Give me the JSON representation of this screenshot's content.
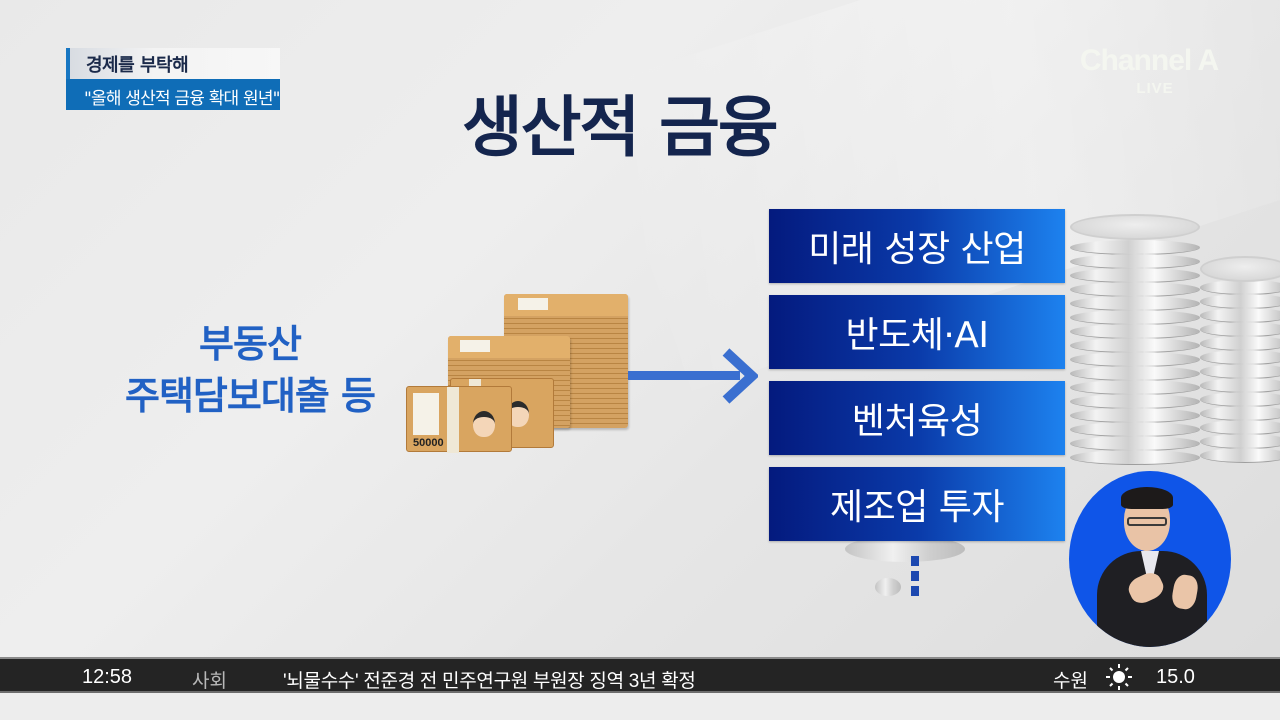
{
  "program": {
    "title": "경제를 부탁해",
    "subtitle": "\"올해 생산적 금융 확대 원년\""
  },
  "channel": {
    "name": "Channel A",
    "live_label": "LIVE"
  },
  "graphic": {
    "title": "생산적 금융",
    "from_label_line1": "부동산",
    "from_label_line2": "주택담보대출 등",
    "money_icon": "money-bundle-icon",
    "bill_denomination": "50000",
    "arrow_icon": "arrow-right-icon",
    "targets": [
      {
        "label": "미래 성장 산업"
      },
      {
        "label": "반도체·AI"
      },
      {
        "label": "벤처육성"
      },
      {
        "label": "제조업 투자"
      }
    ],
    "more_indicator": "vertical-dots",
    "colors": {
      "title": "#14254e",
      "from_label": "#2161c4",
      "box_gradient_start": "#041a7e",
      "box_gradient_end": "#1d82ef",
      "arrow": "#3a6fd0"
    }
  },
  "sign_language": {
    "background": "#0f55e8"
  },
  "ticker": {
    "time": "12:58",
    "category": "사회",
    "headline": "'뇌물수수' 전준경 전 민주연구원 부원장 징역 3년 확정",
    "city": "수원",
    "weather_icon": "sun-icon",
    "temperature": "15.0"
  }
}
